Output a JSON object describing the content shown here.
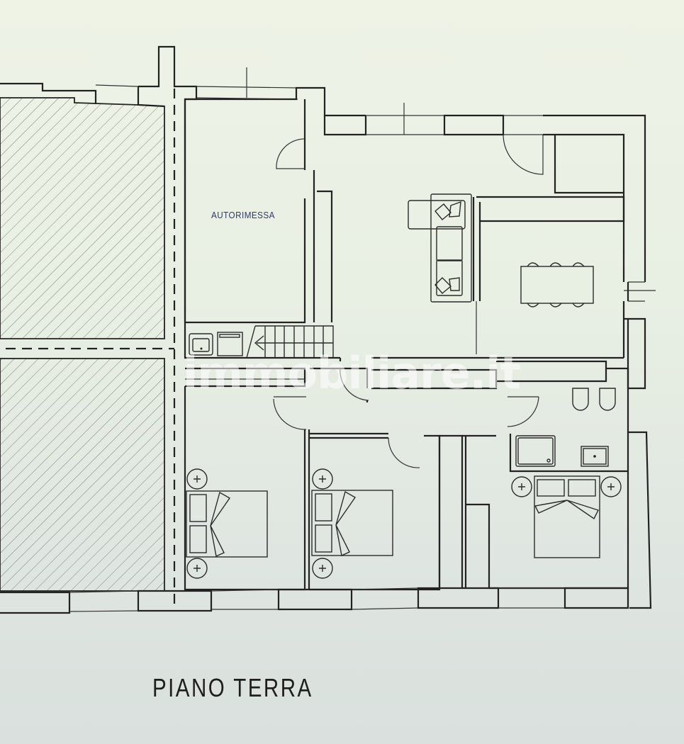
{
  "floor_plan": {
    "title": "PIANO TERRA",
    "watermark": "immobiliare.it",
    "rooms": [
      {
        "id": "garage",
        "label": "AUTORIMESSA",
        "label_color": "#2d3a6a"
      },
      {
        "id": "living-room",
        "label": ""
      },
      {
        "id": "dining-room",
        "label": ""
      },
      {
        "id": "bedroom-1",
        "label": ""
      },
      {
        "id": "bedroom-2",
        "label": ""
      },
      {
        "id": "master-bedroom",
        "label": ""
      },
      {
        "id": "bathroom",
        "label": ""
      },
      {
        "id": "closet",
        "label": ""
      },
      {
        "id": "hallway",
        "label": ""
      },
      {
        "id": "stairs",
        "label": ""
      }
    ],
    "furniture": [
      "sofa-l-shaped",
      "cushions",
      "dining-table",
      "dining-chairs-6",
      "double-bed-1",
      "double-bed-2",
      "master-double-bed",
      "nightstands-6",
      "shower-tray",
      "washbasin",
      "bidet",
      "toilet",
      "garage-sink",
      "washing-machine",
      "staircase"
    ],
    "colors": {
      "background_top": "#eef3e6",
      "background_bottom": "#d9e0dd",
      "line": "#222222",
      "label": "#2d3a6a"
    }
  }
}
